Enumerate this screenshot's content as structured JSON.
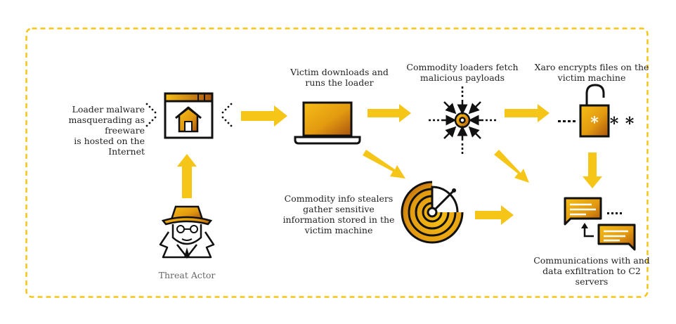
{
  "colors": {
    "border": "#f5c518",
    "arrow": "#f5c518",
    "stroke": "#111111",
    "gold_light": "#f6be16",
    "gold_mid": "#e39a10",
    "gold_dark": "#a85410"
  },
  "labels": {
    "hosted": "Loader malware\nmasquerading as freeware\nis hosted on the Internet",
    "threat_actor": "Threat Actor",
    "victim_downloads": "Victim downloads and\nruns the loader",
    "loaders_fetch": "Commodity loaders fetch\nmalicious payloads",
    "xaro_encrypts": "Xaro encrypts files on the\nvictim machine",
    "info_stealers": "Commodity info stealers\ngather sensitive\ninformation stored in the\nvictim machine",
    "c2": "Communications with and\ndata exfiltration to C2\nservers"
  },
  "icons": [
    "website-house-icon",
    "threat-actor-spy-icon",
    "laptop-icon",
    "payload-target-icon",
    "unlocked-padlock-icon",
    "radar-icon",
    "chat-bubbles-icon"
  ]
}
